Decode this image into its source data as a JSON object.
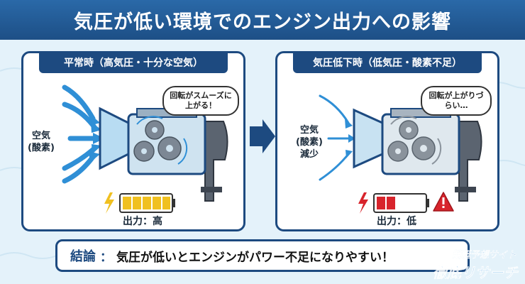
{
  "title": "気圧が低い環境でのエンジン出力への影響",
  "left_panel": {
    "header": "平常時（高気圧・十分な空気）",
    "air_label_1": "空気",
    "air_label_2": "(酸素)",
    "speech": "回転がスムーズに上がる！",
    "output_label": "出力：高",
    "battery_level": 1.0,
    "accent_color": "#f0c020"
  },
  "right_panel": {
    "header": "気圧低下時（低気圧・酸素不足）",
    "air_label_1": "空気",
    "air_label_2": "(酸素)",
    "air_label_3": "減少",
    "speech": "回転が上がりづらい…",
    "output_label": "出力：低",
    "battery_level": 0.4,
    "accent_color": "#d8242c"
  },
  "conclusion": {
    "head": "結論",
    "body": "気圧が低いとエンジンがパワー不足になりやすい！"
  },
  "watermark": {
    "line1": "競艇予想サイト",
    "line2": "徹底リサーチ"
  },
  "colors": {
    "navy": "#1d4a80",
    "air_blue": "#2f8fd6",
    "warning_red": "#d8242c",
    "battery_yellow": "#f0c020"
  }
}
